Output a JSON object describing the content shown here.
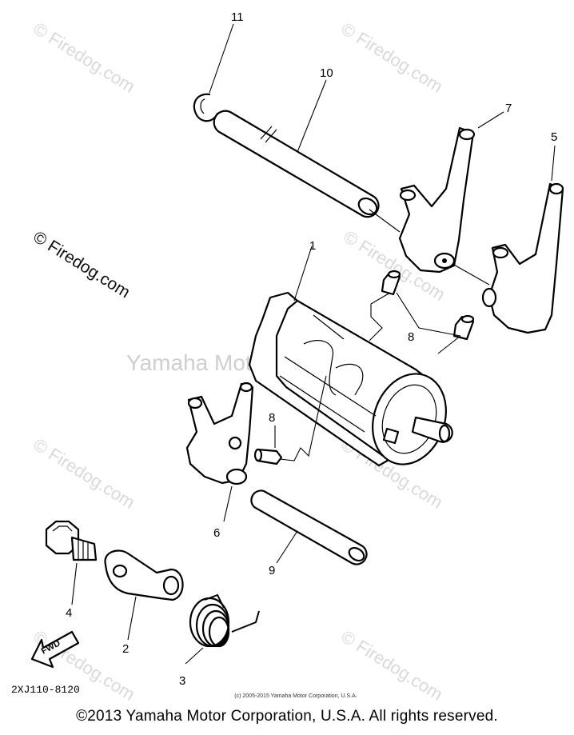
{
  "watermarks": {
    "firedog": "© Firedog.com",
    "center": "Yamaha Motor Corp. U.S.A."
  },
  "part_numbers": {
    "p1": "1",
    "p2": "2",
    "p3": "3",
    "p4": "4",
    "p5": "5",
    "p6": "6",
    "p7": "7",
    "p8a": "8",
    "p8b": "8",
    "p9": "9",
    "p10": "10",
    "p11": "11"
  },
  "fwd_label": "FWD",
  "diagram_code": "2XJ110-8120",
  "copyright_small": "(c) 2005-2015 Yamaha Motor Corporation, U.S.A.",
  "copyright": "©2013 Yamaha Motor Corporation, U.S.A. All rights reserved."
}
